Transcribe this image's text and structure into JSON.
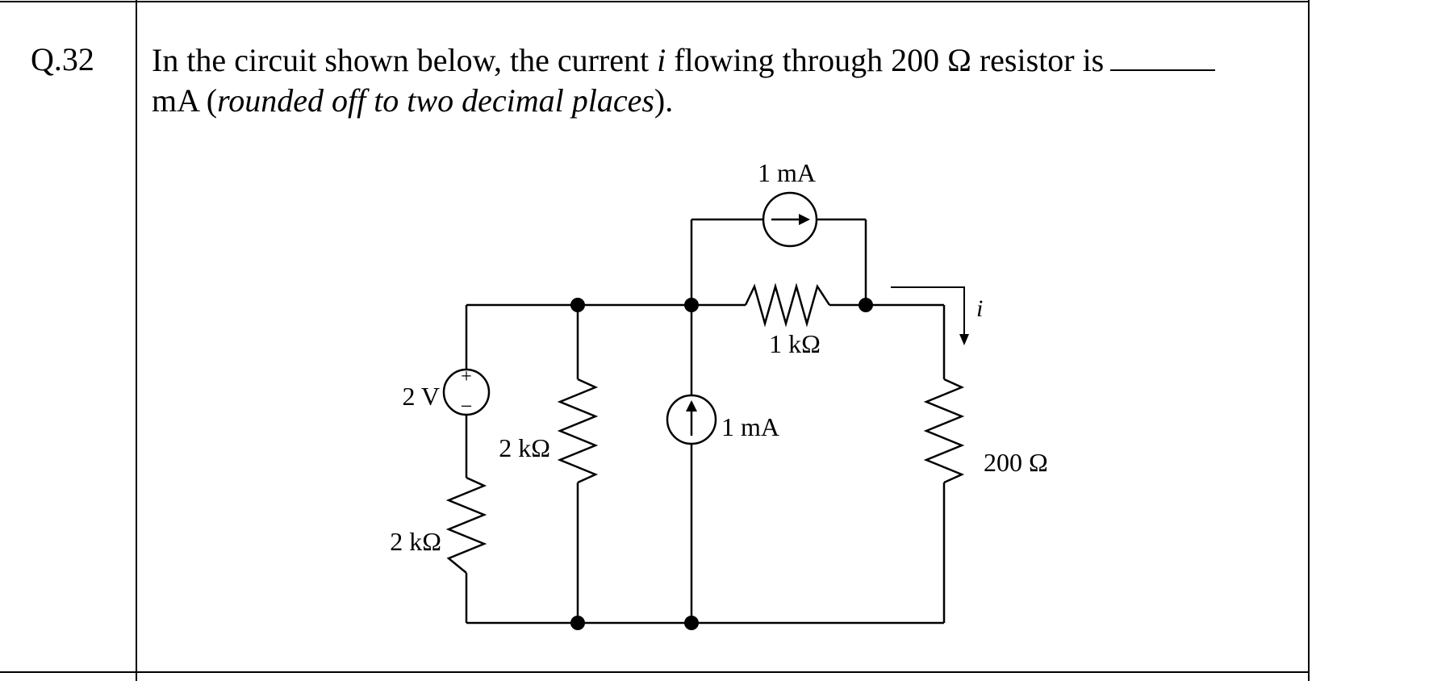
{
  "question": {
    "number": "Q.32",
    "line1_part1": "In the circuit shown below, the current ",
    "line1_var": "i",
    "line1_part2": " flowing through 200 Ω resistor is",
    "line2_part1": "mA (",
    "line2_italic": "rounded off to two decimal places",
    "line2_part2": ")."
  },
  "circuit": {
    "labels": {
      "top_source": "1 mA",
      "series_resistor": "1 kΩ",
      "voltage_source": "2 V",
      "left_resistor_bottom": "2 kΩ",
      "middle_resistor": "2 kΩ",
      "center_source": "1 mA",
      "load_resistor": "200 Ω",
      "current_var": "i",
      "plus": "+",
      "minus": "−"
    }
  }
}
